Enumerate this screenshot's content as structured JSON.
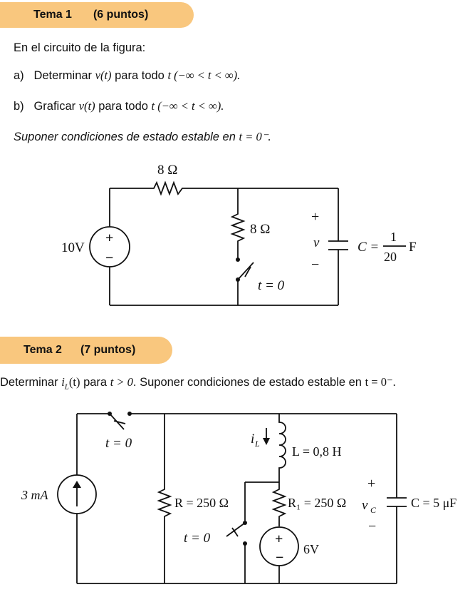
{
  "tema1": {
    "title": "Tema 1",
    "points": "(6 puntos)",
    "intro": "En el circuito de la figura:",
    "a_label": "a)",
    "a_text": "Determinar ",
    "a_var": "v(t)",
    "a_mid": " para todo ",
    "a_range": "t (−∞ < t < ∞).",
    "b_label": "b)",
    "b_text": "Graficar ",
    "b_var": "v(t)",
    "b_mid": " para todo ",
    "b_range": "t (−∞ < t < ∞).",
    "steady": "Suponer condiciones de estado estable en ",
    "steady_math": "t = 0⁻.",
    "circuit": {
      "r_top": "8 Ω",
      "r_mid": "8 Ω",
      "source": "10V",
      "plus": "+",
      "minus": "−",
      "v": "v",
      "c_label": "C =",
      "c_num": "1",
      "c_den": "20",
      "c_unit": "F",
      "switch": "t = 0"
    }
  },
  "tema2": {
    "title": "Tema 2",
    "points": "(7 puntos)",
    "statement_a": "Determinar ",
    "statement_var": "i",
    "statement_sub": "L",
    "statement_b": "(t)",
    "statement_c": " para ",
    "statement_d": "t > 0",
    "statement_e": ". Suponer condiciones de estado estable en ",
    "statement_f": "t = 0⁻.",
    "circuit": {
      "switch_top": "t = 0",
      "current_src": "3 mA",
      "r": "R = 250 Ω",
      "il": "i",
      "il_sub": "L",
      "l": "L = 0,8 H",
      "r1": "R₁ = 250 Ω",
      "switch_bottom": "t = 0",
      "v_src": "6V",
      "vc": "v",
      "vc_sub": "C",
      "plus": "+",
      "minus": "−",
      "c": "C = 5 μF"
    }
  }
}
